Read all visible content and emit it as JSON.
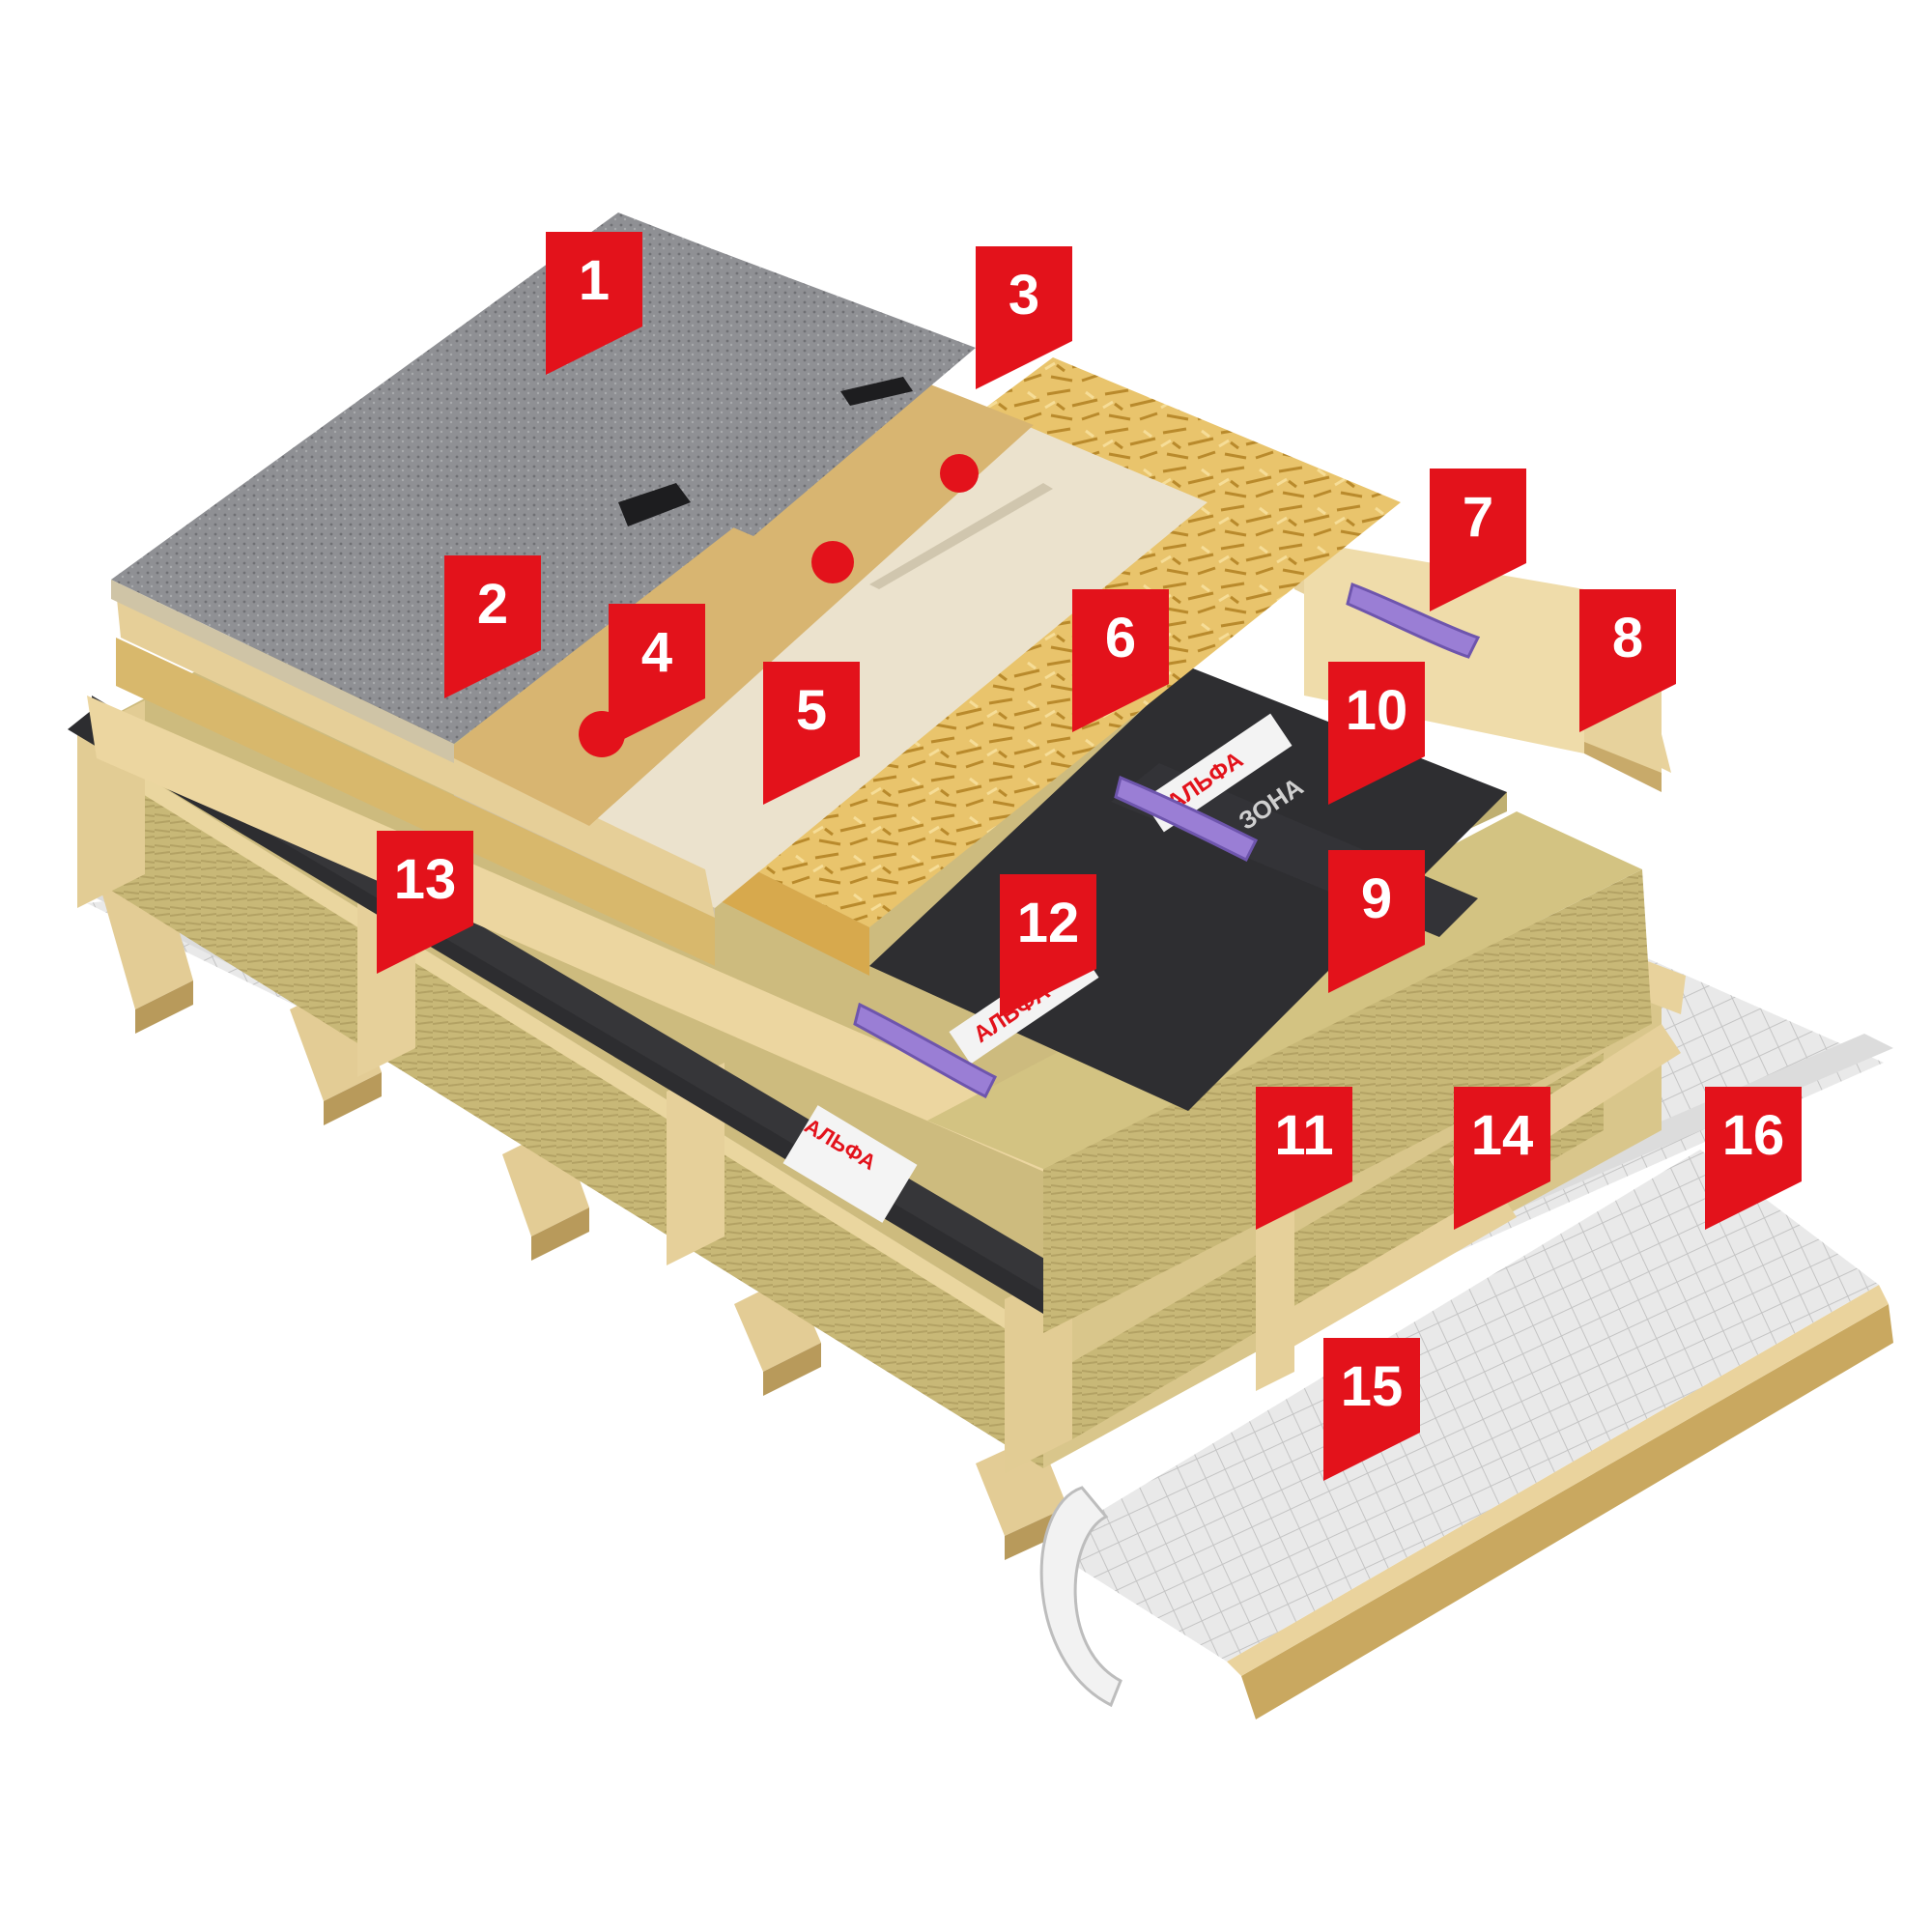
{
  "markers": [
    {
      "id": "1",
      "number": "1"
    },
    {
      "id": "2",
      "number": "2"
    },
    {
      "id": "3",
      "number": "3"
    },
    {
      "id": "4",
      "number": "4"
    },
    {
      "id": "5",
      "number": "5"
    },
    {
      "id": "6",
      "number": "6"
    },
    {
      "id": "7",
      "number": "7"
    },
    {
      "id": "8",
      "number": "8"
    },
    {
      "id": "9",
      "number": "9"
    },
    {
      "id": "10",
      "number": "10"
    },
    {
      "id": "11",
      "number": "11"
    },
    {
      "id": "12",
      "number": "12"
    },
    {
      "id": "13",
      "number": "13"
    },
    {
      "id": "14",
      "number": "14"
    },
    {
      "id": "15",
      "number": "15"
    },
    {
      "id": "16",
      "number": "16"
    }
  ],
  "membrane_print": {
    "brand": "АЛЬФА",
    "zone_word": "ЗОНА"
  },
  "colors": {
    "marker_red": "#e3121b",
    "shingle_grey": "#8e8f92",
    "underlay_black": "#2b2b2d",
    "timber": "#e5cf9a",
    "mineral_wool": "#c9b977",
    "osb": "#e8c168",
    "fiber_board": "#e9e0cc",
    "sealant_purple": "#9b7fd6",
    "vapor_barrier": "#d8d8d8"
  }
}
